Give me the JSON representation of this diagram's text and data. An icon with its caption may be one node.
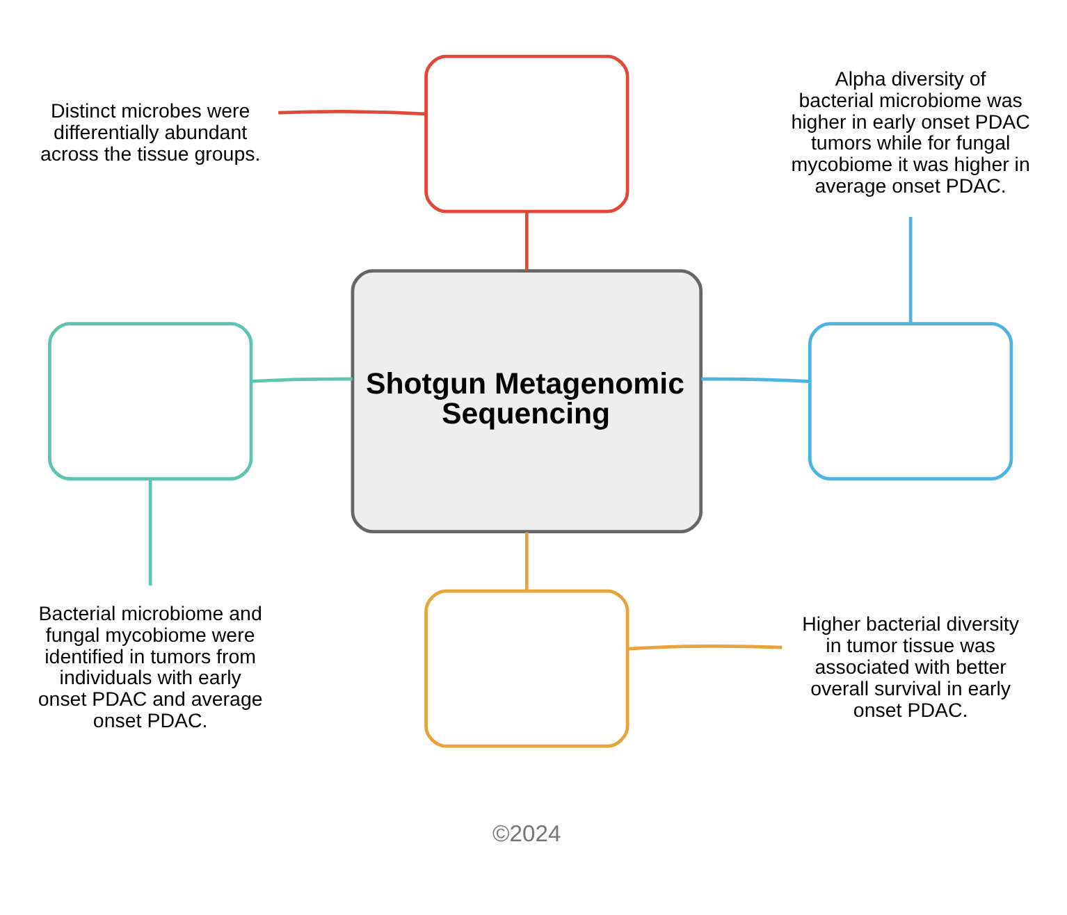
{
  "diagram": {
    "nodes": [
      {
        "text": [
          "Shotgun Metagenomic Sequencing"
        ]
      },
      {
        "text": [],
        "shape": "box"
      },
      {
        "text": [
          "Distinct microbes were differentially abundant across the tissue groups."
        ]
      },
      {
        "text": [
          "Alpha diversity of bacterial microbiome was higher in early onset PDAC tumors while for fungal mycobiome it was higher in average onset PDAC."
        ]
      },
      {
        "text": [],
        "shape": "box"
      },
      {
        "text": [],
        "shape": "box"
      },
      {
        "text": [
          "Bacterial microbiome and fungal mycobiome were identified in tumors from individuals with early onset PDAC and average onset PDAC."
        ]
      },
      {
        "text": [],
        "shape": "box"
      },
      {
        "text": [
          "Higher bacterial diversity in tumor tissue was associated with better overall survival in early onset PDAC."
        ]
      }
    ],
    "edges": [
      {
        "from": 0,
        "to": 1,
        "arrow": "none",
        "color": "#e0483a"
      },
      {
        "from": 1,
        "to": 2,
        "arrow": "none",
        "color": "#e0483a"
      },
      {
        "from": 0,
        "to": 4,
        "arrow": "none",
        "color": "#4db3e0"
      },
      {
        "from": 4,
        "to": 3,
        "arrow": "none",
        "color": "#4db3e0"
      },
      {
        "from": 0,
        "to": 5,
        "arrow": "none",
        "color": "#5cc4b0"
      },
      {
        "from": 5,
        "to": 6,
        "arrow": "none",
        "color": "#5cc4b0"
      },
      {
        "from": 0,
        "to": 7,
        "arrow": "none",
        "color": "#e8a33a"
      },
      {
        "from": 7,
        "to": 8,
        "arrow": "none",
        "color": "#e8a33a"
      }
    ],
    "labels": [
      "©2024"
    ]
  }
}
